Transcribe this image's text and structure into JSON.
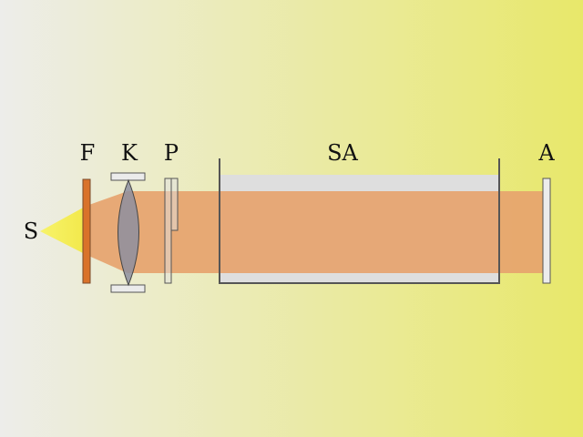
{
  "labels": {
    "source": "S",
    "filter": "F",
    "lens": "K",
    "polarizer": "P",
    "sample": "SA",
    "analyzer": "A"
  },
  "colors": {
    "background_start": "#ededea",
    "background_end": "#e8e86a",
    "beam": "#e6a36e",
    "filter": "#d9722a",
    "lens": "#8d8fa0",
    "outline": "#555555",
    "light_gray": "#dddddd",
    "source_glow": "#f5f04a"
  }
}
